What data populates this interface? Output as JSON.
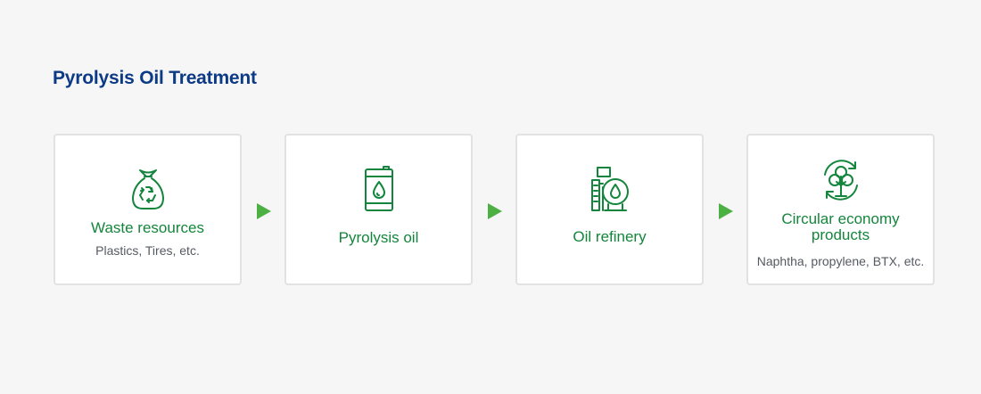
{
  "title": "Pyrolysis Oil Treatment",
  "colors": {
    "title": "#0d3a85",
    "accent": "#14853c",
    "arrow": "#4cb043",
    "card_border": "#e2e2e4",
    "background": "#f6f6f7"
  },
  "steps": [
    {
      "label": "Waste resources",
      "sub": "Plastics, Tires, etc.",
      "icon": "recycle-bag-icon"
    },
    {
      "label": "Pyrolysis oil",
      "sub": "",
      "icon": "oil-barrel-icon"
    },
    {
      "label": "Oil refinery",
      "sub": "",
      "icon": "refinery-tank-icon"
    },
    {
      "label_line1": "Circular economy",
      "label_line2": "products",
      "sub": "Naphtha, propylene, BTX, etc.",
      "icon": "circular-tree-icon"
    }
  ]
}
